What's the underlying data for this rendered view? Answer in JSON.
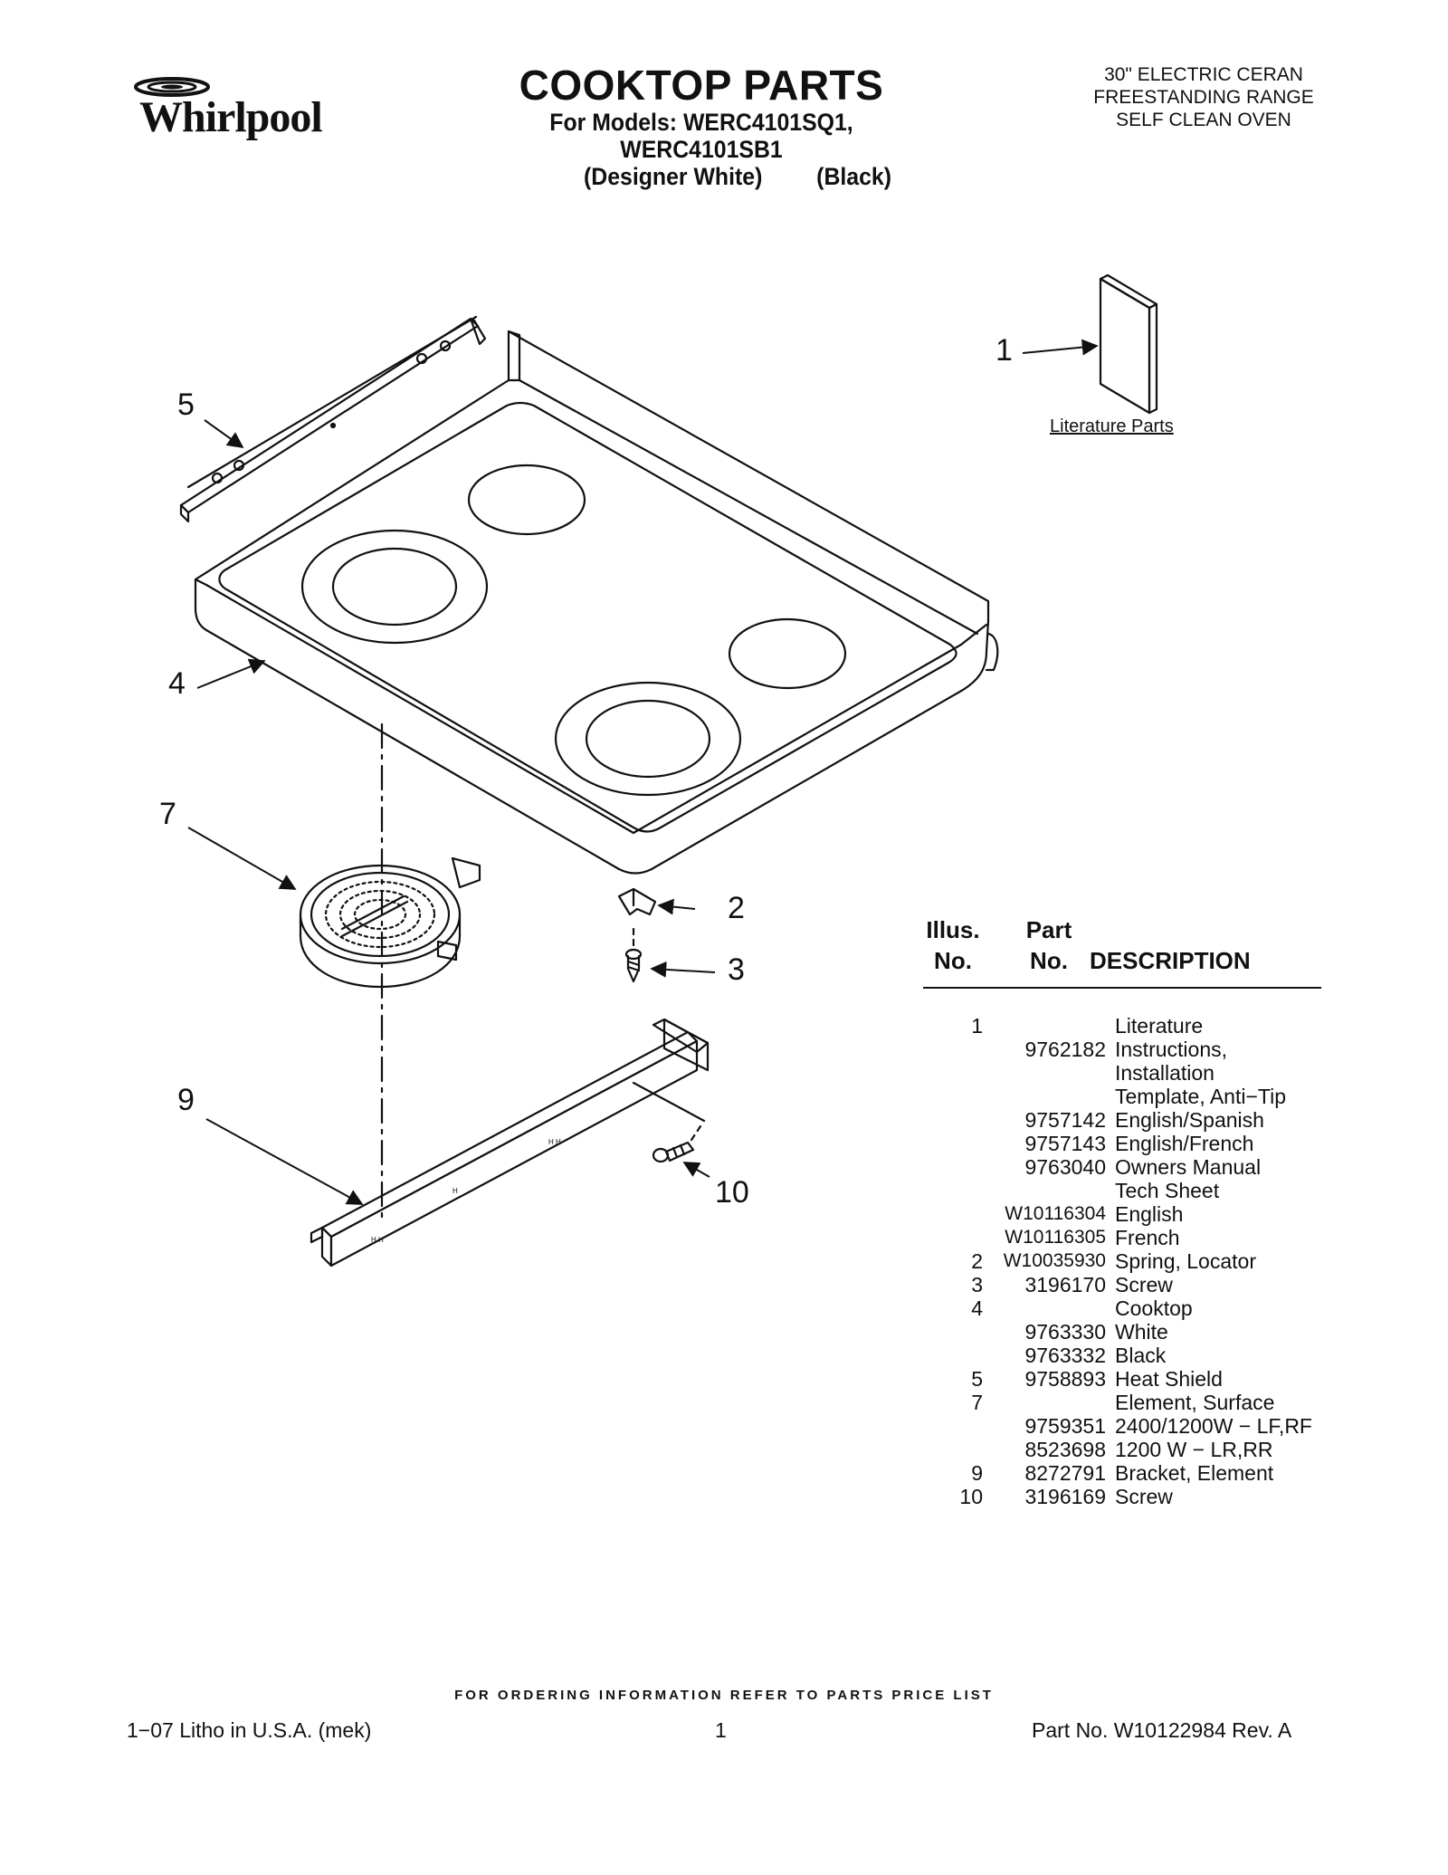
{
  "brand": {
    "name": "Whirlpool"
  },
  "header": {
    "title": "COOKTOP PARTS",
    "models_line": "For Models: WERC4101SQ1, WERC4101SB1",
    "color_white": "(Designer White)",
    "color_black": "(Black)",
    "range_lines": [
      "30\" ELECTRIC CERAN",
      "FREESTANDING RANGE",
      "SELF CLEAN OVEN"
    ]
  },
  "diagram": {
    "callouts": [
      "1",
      "2",
      "3",
      "4",
      "5",
      "7",
      "9",
      "10"
    ],
    "literature_label": "Literature Parts"
  },
  "parts_table": {
    "headers": {
      "illus_1": "Illus.",
      "illus_2": "No.",
      "part_1": "Part",
      "part_2": "No.",
      "description": "DESCRIPTION"
    },
    "rows": [
      {
        "illus": "1",
        "part": "",
        "desc": "Literature"
      },
      {
        "illus": "",
        "part": "9762182",
        "desc": "Instructions,"
      },
      {
        "illus": "",
        "part": "",
        "desc": "Installation"
      },
      {
        "illus": "",
        "part": "",
        "desc": "Template, Anti−Tip"
      },
      {
        "illus": "",
        "part": "9757142",
        "desc": "English/Spanish"
      },
      {
        "illus": "",
        "part": "9757143",
        "desc": "English/French"
      },
      {
        "illus": "",
        "part": "9763040",
        "desc": "Owners Manual"
      },
      {
        "illus": "",
        "part": "",
        "desc": "Tech Sheet"
      },
      {
        "illus": "",
        "part": "W10116304",
        "desc": "English"
      },
      {
        "illus": "",
        "part": "W10116305",
        "desc": "French"
      },
      {
        "illus": "2",
        "part": "W10035930",
        "desc": "Spring, Locator"
      },
      {
        "illus": "3",
        "part": "3196170",
        "desc": "Screw"
      },
      {
        "illus": "4",
        "part": "",
        "desc": "Cooktop"
      },
      {
        "illus": "",
        "part": "9763330",
        "desc": "White"
      },
      {
        "illus": "",
        "part": "9763332",
        "desc": "Black"
      },
      {
        "illus": "5",
        "part": "9758893",
        "desc": "Heat Shield"
      },
      {
        "illus": "7",
        "part": "",
        "desc": "Element, Surface"
      },
      {
        "illus": "",
        "part": "9759351",
        "desc": "2400/1200W − LF,RF"
      },
      {
        "illus": "",
        "part": "8523698",
        "desc": "1200 W − LR,RR"
      },
      {
        "illus": "9",
        "part": "8272791",
        "desc": "Bracket, Element"
      },
      {
        "illus": "10",
        "part": "3196169",
        "desc": "Screw"
      }
    ]
  },
  "footer": {
    "ordering_note": "FOR ORDERING INFORMATION REFER TO PARTS PRICE LIST",
    "litho": "1−07 Litho in U.S.A. (mek)",
    "page": "1",
    "part_no": "Part No. W10122984 Rev. A"
  }
}
